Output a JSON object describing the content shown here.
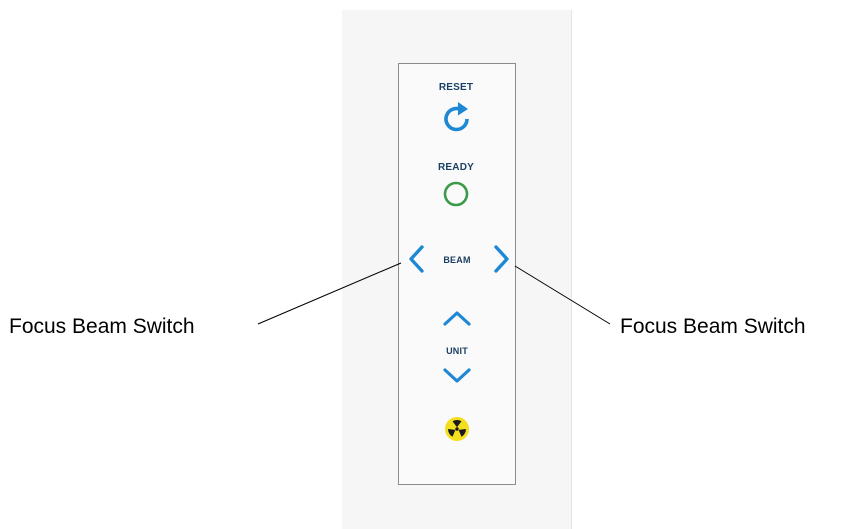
{
  "panel": {
    "reset_label": "RESET",
    "ready_label": "READY",
    "beam_label": "BEAM",
    "unit_label": "UNIT",
    "accent_color": "#1e88d4",
    "ready_color": "#3a9a4a",
    "radiation_color": "#f3df1e",
    "icons": {
      "reset": "refresh-arrow-icon",
      "ready": "ring-icon",
      "beam_left": "chevron-left-icon",
      "beam_right": "chevron-right-icon",
      "unit_up": "chevron-up-icon",
      "unit_down": "chevron-down-icon",
      "radiation": "radiation-trefoil-icon"
    }
  },
  "callouts": {
    "left": "Focus Beam Switch",
    "right": "Focus Beam Switch"
  }
}
